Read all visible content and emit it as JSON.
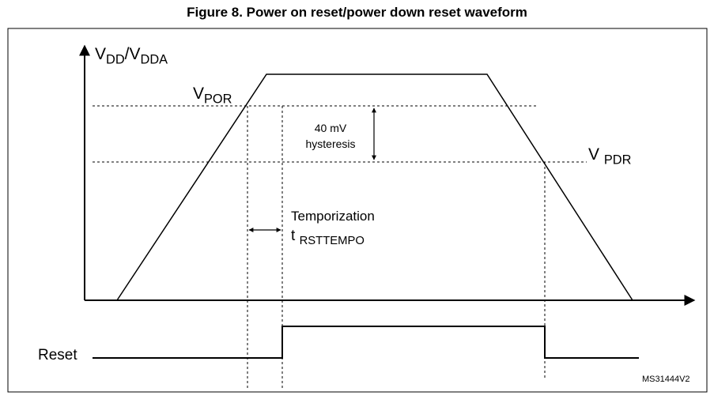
{
  "title": "Figure 8. Power on reset/power down reset waveform",
  "labels": {
    "vdd_main": "V",
    "vdd_sub": "DD",
    "vdda_sep": "/V",
    "vdda_sub": "DDA",
    "vpor_main": "V",
    "vpor_sub": "POR",
    "vpdr_main": "V",
    "vpdr_sub": "PDR",
    "hysteresis_value": "40 mV",
    "hysteresis_word": "hysteresis",
    "temporization": "Temporization",
    "t_main": "t",
    "t_sub": "RSTTEMPO",
    "reset": "Reset",
    "ref_code": "MS31444V2"
  }
}
